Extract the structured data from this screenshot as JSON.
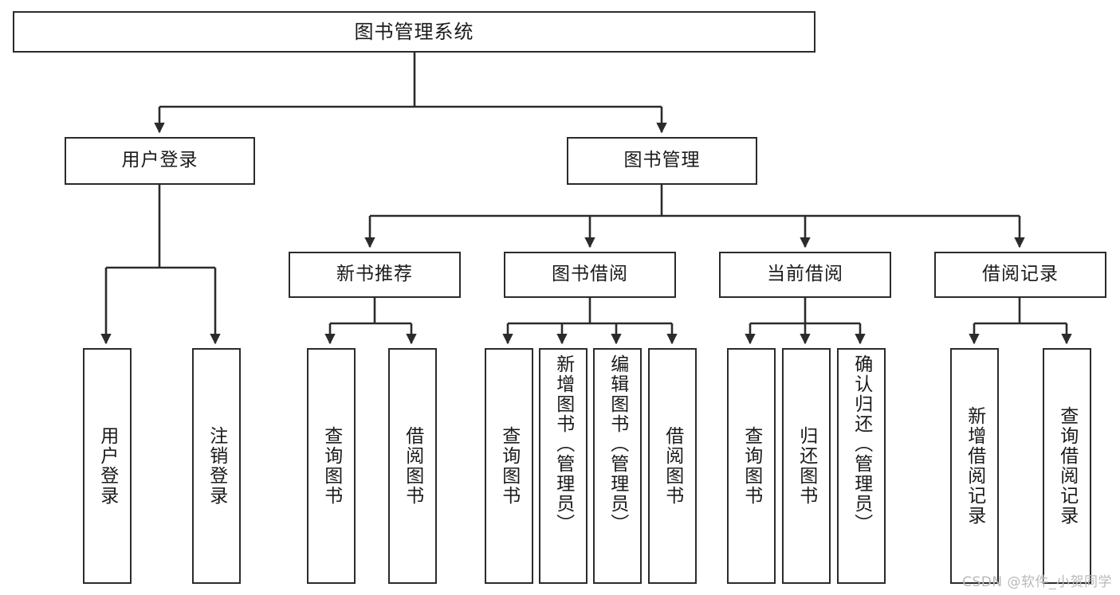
{
  "diagram": {
    "title": "图书管理系统",
    "type": "tree-hierarchy-diagram",
    "watermark": "CSDN @软件_小贺同学",
    "colors": {
      "box_border": "#2b2b2b",
      "box_fill": "#ffffff",
      "connector": "#2b2b2b",
      "text": "#1a1a1a",
      "watermark": "#b9b9b9",
      "background": "#ffffff"
    },
    "levels": [
      {
        "level": 1,
        "nodes": [
          {
            "id": "root",
            "label": "图书管理系统",
            "orientation": "horizontal"
          }
        ]
      },
      {
        "level": 2,
        "nodes": [
          {
            "id": "user-login",
            "label": "用户登录",
            "orientation": "horizontal",
            "parent": "root"
          },
          {
            "id": "book-admin",
            "label": "图书管理",
            "orientation": "horizontal",
            "parent": "root"
          }
        ]
      },
      {
        "level": 3,
        "nodes": [
          {
            "id": "new-book-rec",
            "label": "新书推荐",
            "orientation": "horizontal",
            "parent": "book-admin"
          },
          {
            "id": "book-borrow",
            "label": "图书借阅",
            "orientation": "horizontal",
            "parent": "book-admin"
          },
          {
            "id": "current-borrow",
            "label": "当前借阅",
            "orientation": "horizontal",
            "parent": "book-admin"
          },
          {
            "id": "borrow-record",
            "label": "借阅记录",
            "orientation": "horizontal",
            "parent": "book-admin"
          }
        ]
      },
      {
        "level": 4,
        "nodes": [
          {
            "id": "leaf-user-login",
            "label": "用户登录",
            "orientation": "vertical",
            "parent": "user-login"
          },
          {
            "id": "leaf-user-logout",
            "label": "注销登录",
            "orientation": "vertical",
            "parent": "user-login"
          },
          {
            "id": "leaf-rec-query",
            "label": "查询图书",
            "orientation": "vertical",
            "parent": "new-book-rec"
          },
          {
            "id": "leaf-rec-borrow",
            "label": "借阅图书",
            "orientation": "vertical",
            "parent": "new-book-rec"
          },
          {
            "id": "leaf-borrow-query",
            "label": "查询图书",
            "orientation": "vertical",
            "parent": "book-borrow"
          },
          {
            "id": "leaf-borrow-add",
            "label": "新增图书（管理员）",
            "orientation": "vertical",
            "parent": "book-borrow"
          },
          {
            "id": "leaf-borrow-edit",
            "label": "编辑图书（管理员）",
            "orientation": "vertical",
            "parent": "book-borrow"
          },
          {
            "id": "leaf-borrow-do",
            "label": "借阅图书",
            "orientation": "vertical",
            "parent": "book-borrow"
          },
          {
            "id": "leaf-cur-query",
            "label": "查询图书",
            "orientation": "vertical",
            "parent": "current-borrow"
          },
          {
            "id": "leaf-cur-return",
            "label": "归还图书",
            "orientation": "vertical",
            "parent": "current-borrow"
          },
          {
            "id": "leaf-cur-confirm",
            "label": "确认归还（管理员）",
            "orientation": "vertical",
            "parent": "current-borrow"
          },
          {
            "id": "leaf-rec-add",
            "label": "新增借阅记录",
            "orientation": "vertical",
            "parent": "borrow-record"
          },
          {
            "id": "leaf-rec-search",
            "label": "查询借阅记录",
            "orientation": "vertical",
            "parent": "borrow-record"
          }
        ]
      }
    ]
  }
}
